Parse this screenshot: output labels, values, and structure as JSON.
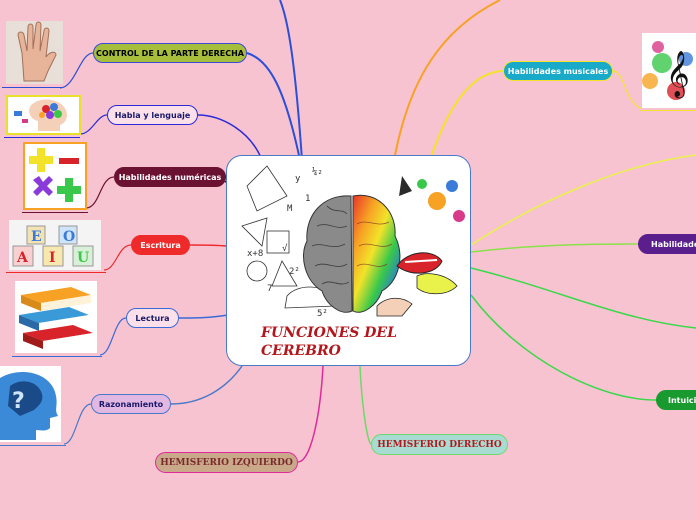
{
  "central": {
    "title": "FUNCIONES DEL CEREBRO"
  },
  "left_topics": [
    {
      "label": "CONTROL DE LA PARTE DERECHA",
      "color": "#a7bd3c",
      "text_color": "#000000",
      "image": "hand-icon"
    },
    {
      "label": "Habla y lenguaje",
      "color": "#fbe0ea",
      "text_color": "#1a1a6a",
      "image": "head-speech-icon"
    },
    {
      "label": "Habilidades numéricas",
      "color": "#6b1232",
      "text_color": "#ffffff",
      "image": "math-symbols-icon"
    },
    {
      "label": "Escritura",
      "color": "#ee2a2a",
      "text_color": "#ffffff",
      "image": "letter-blocks-icon"
    },
    {
      "label": "Lectura",
      "color": "#fbe0ea",
      "text_color": "#1a1a6a",
      "image": "books-icon"
    },
    {
      "label": "Razonamiento",
      "color": "#e2b8e2",
      "text_color": "#1a1a6a",
      "image": "thinking-head-icon"
    }
  ],
  "hemisferio_izquierdo": {
    "label": "HEMISFERIO IZQUIERDO",
    "color": "#c9a98a",
    "text_color": "#7a2a2a"
  },
  "hemisferio_derecho": {
    "label": "HEMISFERIO DERECHO",
    "color": "#a8dcd2",
    "text_color": "#b3171b"
  },
  "right_topics": [
    {
      "label": "Habilidades musicales",
      "color": "#19a9c9",
      "text_color": "#ffffff",
      "image": "music-notes-icon"
    },
    {
      "label": "Habilidades",
      "color": "#5a1f8c",
      "text_color": "#ffffff"
    },
    {
      "label": "Intuici",
      "color": "#199a2e",
      "text_color": "#ffffff"
    }
  ]
}
